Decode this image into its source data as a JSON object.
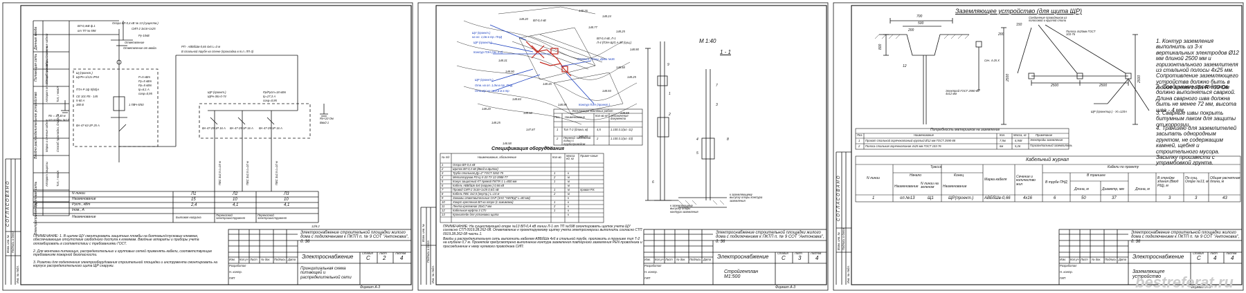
{
  "sheet1": {
    "rowlabels": [
      "Данные ввода",
      "Питающая сеть",
      "Марка и сечение кабеля",
      "Способ прокладки, длина, м",
      "Аппарат отходящей линии",
      "Тип, I ном/A",
      "Вводно-распределительное устройство",
      "Групповая сеть",
      "Марка и сечение кабеля",
      "Способ прокладки, длина, м",
      "Аппарат защиты",
      "Тип, I ном/A",
      "Наименование",
      "Электроприемники",
      "N линии",
      "Наименование",
      "P уст., кВт",
      "I ном., A"
    ],
    "left_notes": [
      "ВЛ-0,4кВ ф.1",
      "Опора ВЛ-0,4 кВ № 13 (существ.)",
      "от ТП № 598",
      "СИП-2 3х16+1х25",
      "Ру-10кВ",
      "Ответвление",
      "Ответвление от ввода",
      "Р=5 кВт",
      "Ру=5 кВт",
      "Рр=5 кВт",
      "Iр=8,1 А",
      "cosφ=0,95",
      "Rn = 10,30 м",
      "от опоры №13"
    ],
    "right_notes": [
      "РП - АВБбШв-0,66 4х6 L=3 м",
      "В стальной трубе на стене (прокладка в т.п. ЛП-3)",
      "ЩР (проект.)",
      "ЩРн-36з-0-74",
      "Рр/Руст=18 кВт",
      "Iр=27,3 А",
      "cosφ=0,95",
      "Рн=10,25",
      "Рн=10,25",
      "ВА-47-29-1Р 16 А",
      "ВА-47-29-1Р 16 А",
      "ВА-47-29-1Р 16 А",
      "ПВС 3х2,5 L=15 м",
      "ПВС 3х2,5 L=10 м",
      "ПВС 3х2,5 L=10 м",
      "Rn<10 Ом",
      "Ввод 1"
    ],
    "meter": [
      "ПТА-Р 1ф 5(50)А",
      "СЕ 101 R5 - 145",
      "5-60 А",
      "380 В",
      "ВА-47-63-2Р 25 А",
      "Щ (проект.)",
      "ЩУРн-1/12з IP54",
      "1 ПВЧ-5/50"
    ],
    "table": {
      "rows": [
        {
          "label": "N линии",
          "values": [
            "Л1",
            "Л2",
            "Л3"
          ]
        },
        {
          "label": "Наименование",
          "values": [
            "15",
            "10",
            "10"
          ]
        },
        {
          "label": "Руст., кВт",
          "values": [
            "2,4",
            "4,1",
            "4,1"
          ]
        },
        {
          "label": "Iном., A",
          "values": [
            "",
            "",
            ""
          ]
        },
        {
          "label": "Наименование",
          "values": [
            "Бытовая нагрузка",
            "Переносной электроинструмент",
            "Переносной электроинструмент"
          ]
        }
      ]
    },
    "footnote1": "ПРИМЕЧАНИЕ: 1. В щитке ЩУ смонтировать защитные пломбы на болтовых/спусковых клеммах, обеспечивающие отсутствие свободного доступа к клеммам. Вводные аппараты и приборы учета опломбировать в соответствии с требованиями ГОСТ.",
    "footnote2": "2. Для монтажа питающих, распределительных и групповых сетей применять кабели, соответствующие требованиям пожарной безопасности.",
    "footnote3": "3. Розетки для подключения электрооборудования строительной площадки и инструмента смонтировать на корпусе распределительного щита ЩР снаружи.",
    "stamp": {
      "project": "Электроснабжение строительной площадки жилого дома с подключением к ПКТП п. № 9 СОТ \"Антоновка\", д. 36",
      "section": "Электроснабжение",
      "stage": "С",
      "sheet": "2",
      "sheets": "4",
      "title": "Принципиальная схема питающей и распределительной сети",
      "format": "Формат А-3",
      "heads": [
        "Изм.",
        "Кол.уч",
        "Лист",
        "№ док.",
        "Подпись",
        "Дата"
      ],
      "roles": [
        "Разработал",
        "Н. контр.",
        "ГИП"
      ],
      "stage_heads": [
        "Стадия",
        "Лист",
        "Листов"
      ]
    },
    "side": [
      "СОГЛАСОВАНО",
      "Взам. инв. №",
      "Подпись и дата",
      "Инв. № подл."
    ],
    "sheetnum": "12/8.2"
  },
  "sheet2": {
    "plan_labels": [
      "ВЛ-0,4 кВ",
      "ЩУ (проект.)",
      "на оп. 1,0м в тр. ПНД",
      "ЩР (проект.)",
      "Контур ПЭН (см. л.4)",
      "Строит. Площ. Дома №36",
      "ЩР (проект.)",
      "РП (проект.)",
      "Опора №13",
      "Отв. на оп. 1,0м в тр. ПНД",
      "Отв.ЩУ на оп.2,6 м в тр",
      "ВЛ-0,4 кВ, Л-1",
      "Л-4 (ПЭН-ЩУ) А-35 (сущ.)",
      "Контур ПЭН (проект.)",
      "Опора ВЛ №13 (сущ.)"
    ],
    "elevations": [
      "148.26",
      "148.24",
      "148.20",
      "148.77",
      "148.25",
      "148.90",
      "148.31",
      "148.58",
      "148.90",
      "148.25",
      "148.45",
      "148.93",
      "148.84",
      "148.96",
      "148.20",
      "148.50",
      "148.55",
      "148.25",
      "147.87",
      "148.20",
      "146.58",
      "148.21"
    ],
    "spec_title": "Спецификация оборудования",
    "spec_heads": [
      "№ п/п",
      "Наименование, обозначение",
      "Кол-во",
      "Масса ед, кг",
      "Приме-чание"
    ],
    "spec_rows": [
      [
        "1",
        "Опора ВЛ-0,4 кВ",
        "",
        "",
        ""
      ],
      [
        "2",
        "Щиток ВЛ-0,4 кВ (Ввод в Щиток)",
        "",
        "",
        ""
      ],
      [
        "3",
        "Труба стальная Ду=2''    ГОСТ 3262-75",
        "1",
        "к",
        ""
      ],
      [
        "4",
        "Металлорукав РЗ-Ц-Х-20   ТУ 22-3988-77",
        "2",
        "м",
        ""
      ],
      [
        "5",
        "Кожух защитный КТ прямой ПК/ТК-1 L=800 мм",
        "1",
        "м",
        ""
      ],
      [
        "6",
        "Кабель АВБбШв 4х6 (наружн.) 0,66 кВ",
        "",
        "м",
        ""
      ],
      [
        "7",
        "Провод СИП-2 3х16+1х25  0,6/1 кВ",
        "1",
        "м",
        "правая Р.К."
      ],
      [
        "8",
        "Кабель ПВС 3х2,5 (внутр.) L=14 м",
        "2",
        "м",
        ""
      ],
      [
        "9",
        "Зажимы ответвительные ОАР (ЗАО \"НИЛЕД\" L=80 мм)",
        "",
        "к",
        ""
      ],
      [
        "10",
        "Хомут крепления ВЛ на опоре (с зажимами)",
        "1",
        "к",
        ""
      ],
      [
        "11",
        "Лента крепежная 20х0,7 мм",
        "2",
        "к",
        ""
      ],
      [
        "12",
        "Кабельная муфта 3 СТп",
        "1",
        "к",
        ""
      ],
      [
        "13",
        "Кронштейн для установки щита",
        "",
        "к",
        ""
      ]
    ],
    "exec_title": "Экспликация земляных работ",
    "exec_heads": [
      "Поз.",
      "Наименование",
      "Кол-во м³",
      "Обозначение документа"
    ],
    "exec_rows": [
      [
        "1",
        "Тип Т-2 (длина, м)",
        "4,5",
        "1.100.3.1(ал.-11)"
      ],
      [
        "2",
        "Переезд. кабельной линии с трубопроводом",
        "2",
        "1.100.3.1(ал.-33)"
      ]
    ],
    "scale": "М 1:40",
    "section": "1 - 1",
    "pole_nums": [
      "1",
      "2",
      "3",
      "4",
      "5",
      "6",
      "7",
      "8",
      "9"
    ],
    "pole_notes": [
      "к заземляющему выпуску опоры контура заземления",
      "к заземляющему выпуску опоры контура заземления"
    ],
    "footnote1": "ПРИМЕЧАНИЕ: На существующей опоре №13 ВЛ-0,4 кВ линии Л-1 от ТП №598 смонтировать щиток учета ЩУ согласно СТП 0919.28.262-08. Ответвление к проектируемому щитку учета электроэнергии выполнить согласно СТП 0919.28.262-08 часть 1.",
    "footnote2": "Вводы и распределительную сеть выполнить кабелем АВБбШв 4х6 в стальной трубе, проложить в траншее тип Т-2 на глубине 0,7 м. Проектом предусмотрено выполнение контура заземления повторного заземления PEN проводника и присоединение к нему нулевого проводника СИП.",
    "stamp": {
      "project": "Электроснабжение строительной площадки жилого дома с подключением к ПКТП п. № 9 СОТ \"Антоновка\", д. 36",
      "section": "Электроснабжение",
      "stage": "С",
      "sheet": "3",
      "sheets": "4",
      "title": "Стройгенплан М1:500",
      "format": "Формат А-3",
      "heads": [
        "Изм.",
        "Кол.уч",
        "Лист",
        "№ док.",
        "Подпись",
        "Дата"
      ],
      "roles": [
        "Разработал",
        "Н. контр.",
        "ГИП"
      ],
      "stage_heads": [
        "Стадия",
        "Лист",
        "Листов"
      ]
    },
    "side": [
      "Взам. инв. №",
      "Подпись и дата",
      "Инв. № подл."
    ]
  },
  "sheet3": {
    "title": "Заземляющее устройство (для щита ЩР)",
    "labels": [
      "Соединение проводников из полосовой и круглой стали",
      "Полоса 4х25мм ГОСТ 103-76",
      "Электрод ГОСТ 2590-88 4х12 мм",
      "ЩР (проектир.) - Ус=120А",
      "Сеч. 4-25 Х"
    ],
    "dims": [
      "700",
      "500",
      "200",
      "800",
      "2500",
      "150",
      "200",
      "2500",
      "2500",
      "2500",
      "2500",
      "30",
      "12"
    ],
    "notes": [
      "1. Контур заземления выполнить из 3-х вертикальных электродов Ø12 мм длиной 2500 мм и горизонтального заземлителя из стальной полосы 4х25 мм. Сопротивление заземляющего устройства должно быть в любое время года R =30 Ом",
      "2. Соединение проводников должно выполняться сваркой. Длина сварного шва должна быть не менее 72 мм, высота шва - 4 мм.",
      "3. Сварные швы покрыть битумным лаком для защиты от коррозии.",
      "4. Траншею для заземлителей засыпать однородным грунтом, не содержащим камней, щебня и строительного мусора. Засыпку произвести с утрамбовкой грунта."
    ],
    "mat_title": "Потребность материалов на заземление",
    "mat_heads": [
      "Поз.",
      "Наименование",
      "Кол.",
      "Масса, кг",
      "Примечание"
    ],
    "mat_rows": [
      [
        "1",
        "Прокат стальной горячекатаный круглый Ø12 мм ГОСТ 2590-88",
        "7,5м",
        "6,948",
        "Электроды заземления"
      ],
      [
        "2",
        "Полоса стальная горячекатаная 4х25 мм ГОСТ 103-76",
        "6м",
        "5,26",
        "Горизонтальный заземлитель"
      ]
    ],
    "cable_title": "Кабельный журнал",
    "cable_heads": [
      "N линии",
      "Трасса",
      "Начало",
      "Конец",
      "Марка кабеля",
      "Сечение и количество жил",
      "Кабели по проекту",
      "В траншее",
      "В трубе ПНД",
      "Длина, м",
      "Диаметр, мм",
      "Длина, м",
      "В стройке здания (Ввод РЩ), м",
      "По сущ. Опоре №13, м",
      "Общая расчетная длина, м"
    ],
    "cable_sub": [
      "Наименование",
      "N линии на зеленом",
      "Наименование"
    ],
    "cable_row": [
      "1",
      "оп.№13",
      "Щ1",
      "ЩР(проект.)",
      "АВБбШв-0,66",
      "4х16",
      "6",
      "50",
      "37",
      "3",
      "3",
      "43"
    ],
    "stamp": {
      "project": "Электроснабжение строительной площадки жилого дома с подключением к ПКТП п. № 9 СОТ \"Антоновка\", д. 36",
      "section": "Электроснабжение",
      "stage": "С",
      "sheet": "4",
      "sheets": "4",
      "title": "Заземляющее устройство",
      "format": "Формат А-3",
      "heads": [
        "Изм.",
        "Кол.уч",
        "Лист",
        "№ док.",
        "Подпись",
        "Дата"
      ],
      "roles": [
        "Разработал",
        "Н. контр.",
        "ГИП"
      ],
      "stage_heads": [
        "Стадия",
        "Лист",
        "Листов"
      ]
    },
    "side": [
      "СОГЛАСОВАНО",
      "Взам. инв. №",
      "Подпись и дата",
      "Инв. № подл."
    ],
    "watermark": "bestreferat.ru"
  },
  "colors": {
    "ink": "#111111",
    "blue": "#1a3fbf",
    "red": "#c2281e",
    "paper": "#ffffff"
  }
}
